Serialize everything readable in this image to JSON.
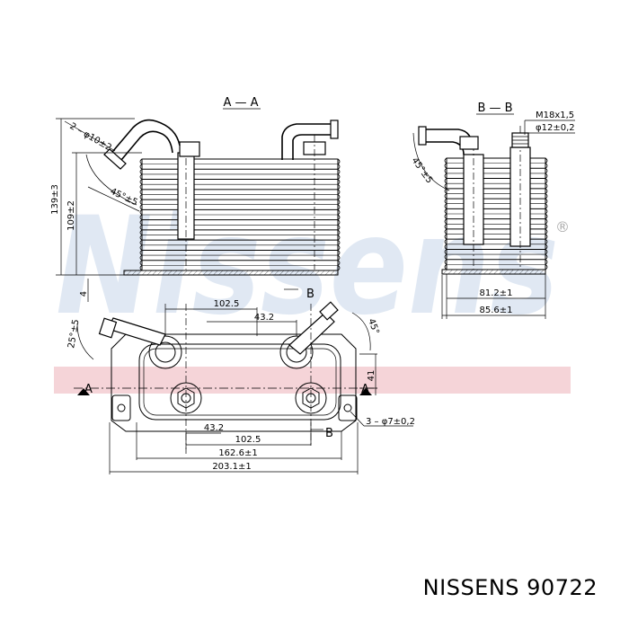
{
  "watermark": {
    "text": "Nissens",
    "mark": "®",
    "color": "#c7d7ea",
    "band_color": "#f2c6cb"
  },
  "views": {
    "section_aa": "A — A",
    "section_bb": "B — B",
    "plan_cut_b_top": "B",
    "plan_cut_b_bottom": "B",
    "plan_cut_a_left": "A",
    "plan_cut_a_right": "A"
  },
  "dimensions": {
    "aa_port_diameter": "2 – φ10±2",
    "aa_angle": "45°±5",
    "aa_height_total": "139±3",
    "aa_height_core": "109±2",
    "bb_angle": "45°±5",
    "bb_thread": "M18x1,5",
    "bb_bore": "φ12±0,2",
    "bb_width_core": "81.2±1",
    "bb_width_total": "85.6±1",
    "plan_offset_small": "4",
    "plan_angle_left": "25°±5",
    "plan_angle_right": "45°",
    "plan_top_span": "102.5",
    "plan_top_half": "43.2",
    "plan_height": "41",
    "plan_mount_holes": "3 – φ7±0,2",
    "plan_bottom_half": "43.2",
    "plan_bottom_span": "102.5",
    "plan_width_inner": "162.6±1",
    "plan_width_total": "203.1±1"
  },
  "footer": {
    "text": "NISSENS 90722"
  }
}
